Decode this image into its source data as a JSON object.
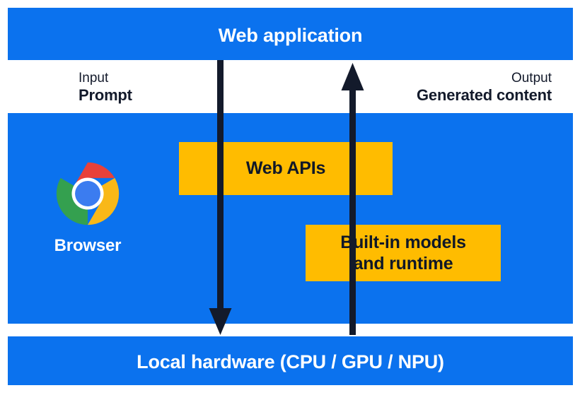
{
  "diagram": {
    "title": "Built-in AI architecture",
    "colors": {
      "blue": "#0b72ee",
      "yellow": "#ffbc00",
      "arrow": "#131a2b",
      "text_dark": "#131a2b",
      "text_light": "#ffffff",
      "background": "#ffffff"
    },
    "bands": {
      "top": {
        "label": "Web application"
      },
      "middle": {
        "label": "Browser"
      },
      "bottom": {
        "label": "Local hardware (CPU / GPU / NPU)"
      }
    },
    "flows": {
      "input": {
        "kind": "Input",
        "value": "Prompt",
        "direction": "down"
      },
      "output": {
        "kind": "Output",
        "value": "Generated content",
        "direction": "up"
      }
    },
    "boxes": {
      "web_apis": {
        "label": "Web APIs"
      },
      "builtin_models": {
        "line1": "Built-in models",
        "line2": "and runtime"
      }
    },
    "icons": {
      "browser": "chrome-logo-icon",
      "arrow_down": "arrow-down-icon",
      "arrow_up": "arrow-up-icon"
    }
  }
}
